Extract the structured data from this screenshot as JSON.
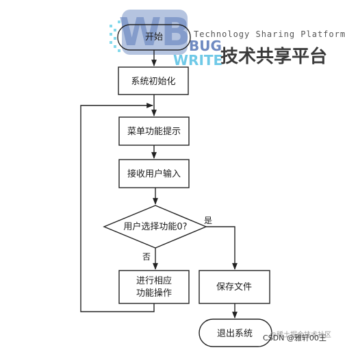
{
  "watermark": {
    "logo_letters": "WB",
    "bug_text": "BUG",
    "write_text": "WRITE",
    "tagline": "Technology Sharing Platform",
    "brand_cn": "技术共享平台",
    "faint_text": "@稀土掘金技术社区",
    "csdn_credit": "CSDN @雅轩00王"
  },
  "flowchart": {
    "start": "开始",
    "init": "系统初始化",
    "menu": "菜单功能提示",
    "input": "接收用户输入",
    "decision": "用户选择功能0?",
    "yes_label": "是",
    "no_label": "否",
    "process_line1": "进行相应",
    "process_line2": "功能操作",
    "save": "保存文件",
    "end": "退出系统"
  },
  "colors": {
    "stroke": "#222222",
    "logo_blue": "#4a6fb5",
    "logo_cyan": "#33c0e0"
  }
}
